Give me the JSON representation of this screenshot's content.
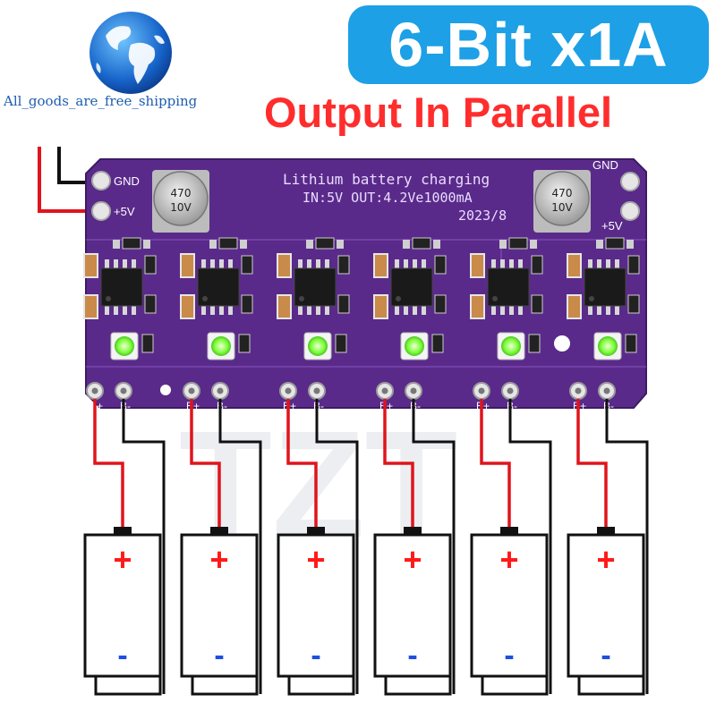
{
  "header": {
    "product_label": "6-Bit x1A",
    "subtitle": "Output In Parallel"
  },
  "store": {
    "name": "All_goods_are_free_shipping",
    "logo_icon": "globe-icon"
  },
  "board": {
    "line1": "Lithium battery charging",
    "line2": "IN:5V OUT:4.2Ve1000mA",
    "line3": "2023/8",
    "gnd_label": "GND",
    "vcc_label": "+5V",
    "capacitor_text_a": "470",
    "capacitor_text_b": "10V",
    "channel_count": 6,
    "pad_plus": "B+",
    "pad_minus": "B-"
  },
  "batteries": {
    "count": 6,
    "plus_sign": "+",
    "minus_sign": "-"
  },
  "watermark": "TZT",
  "colors": {
    "banner": "#1da0e6",
    "subtitle": "#ff2d2d",
    "pcb": "#5a2a8a",
    "wire_red": "#e0141c",
    "wire_black": "#111111",
    "plus": "#ff1a1a",
    "minus": "#1f4fe0",
    "led": "#7dff3a"
  }
}
